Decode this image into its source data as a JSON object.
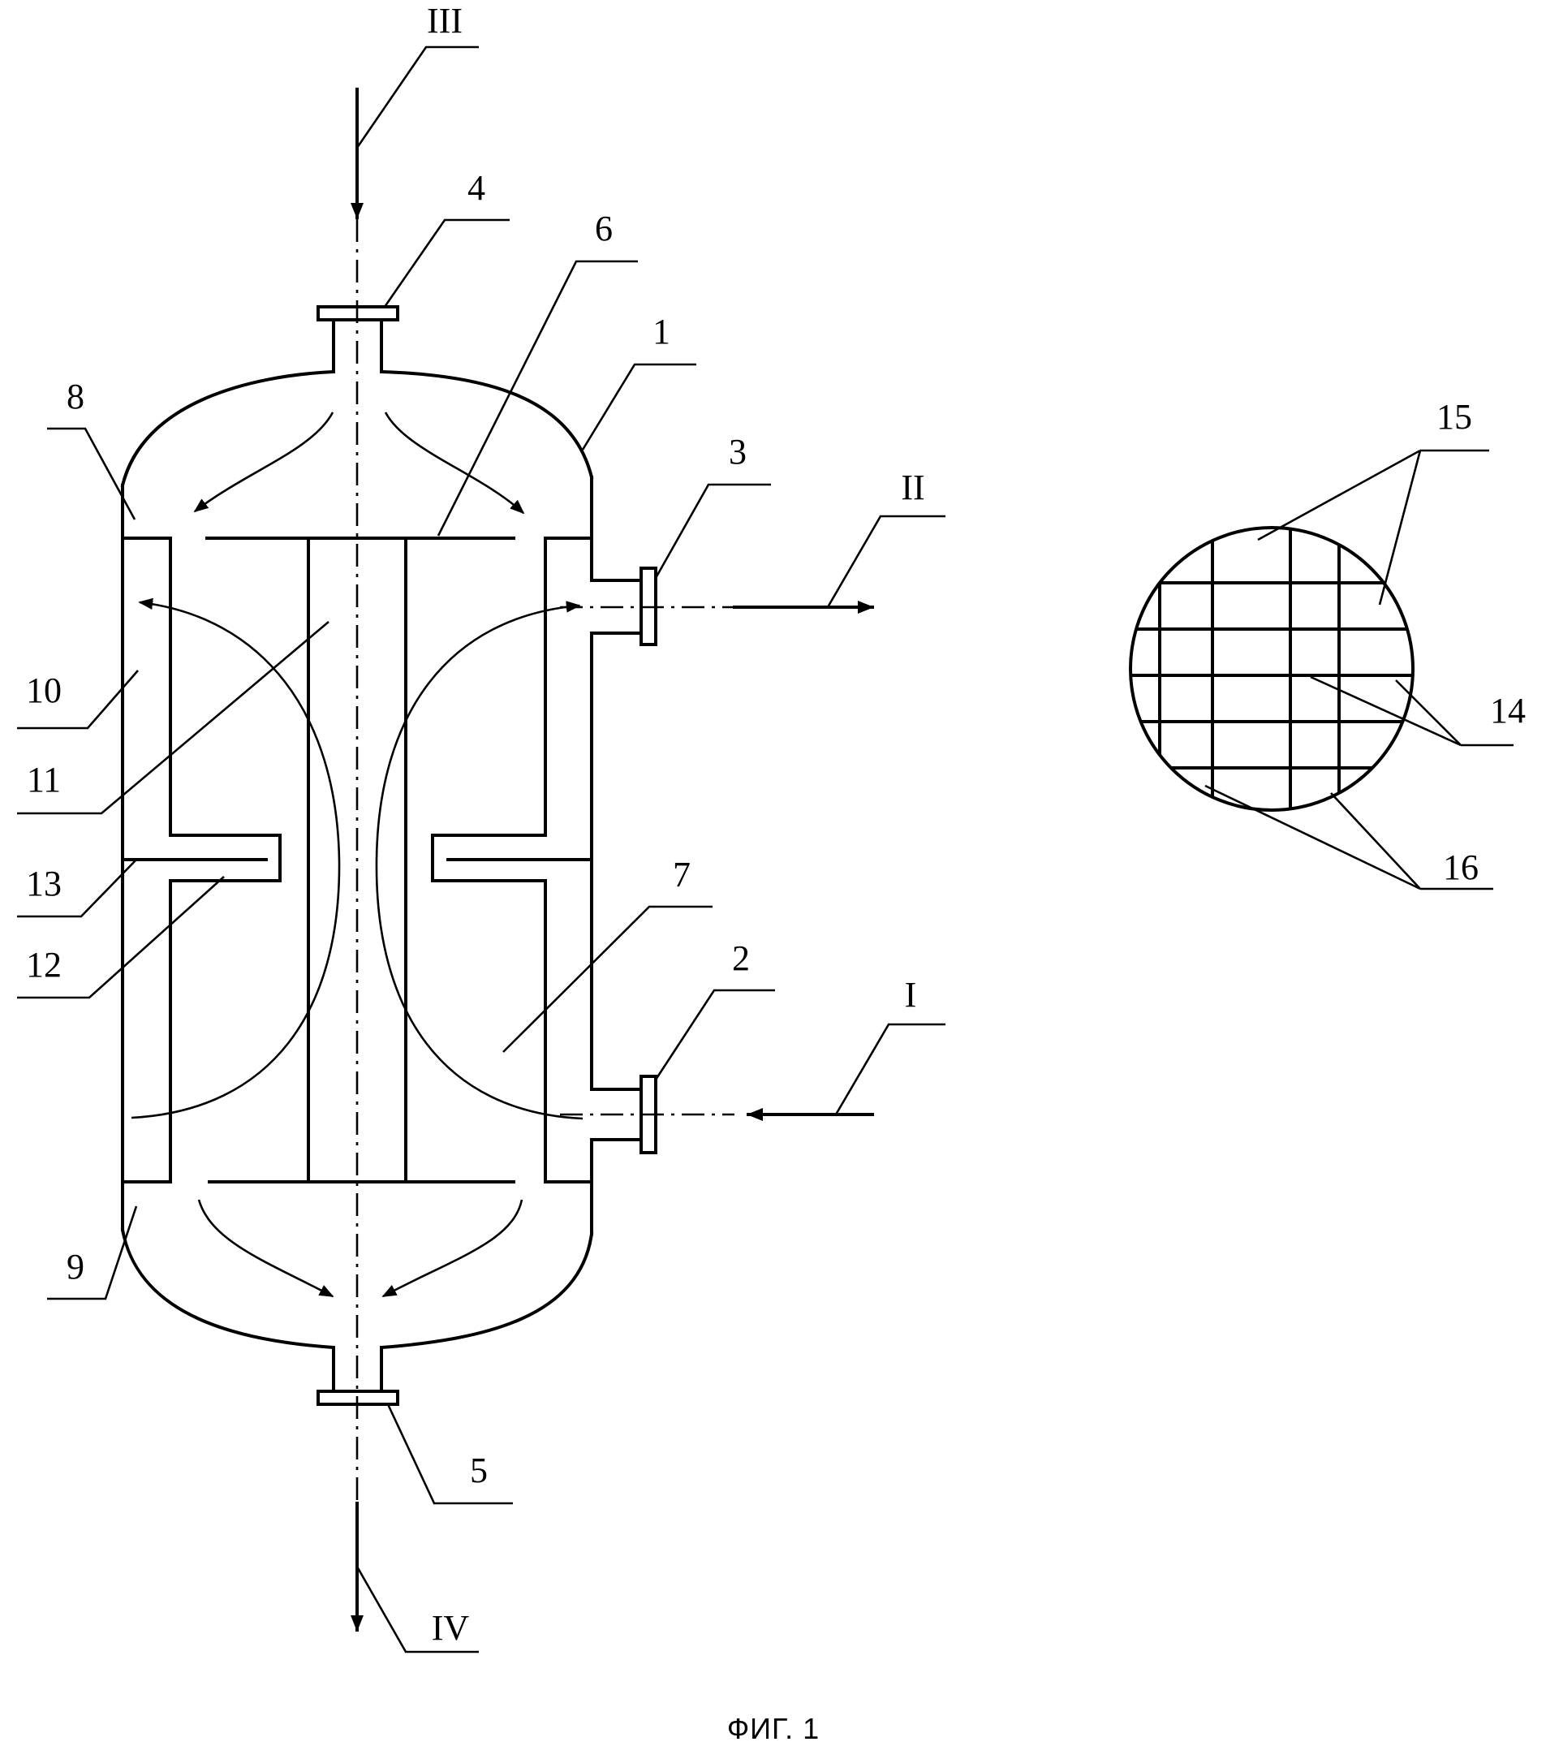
{
  "figure": {
    "caption": "ФИГ. 1",
    "stream_labels": {
      "inlet_i": "I",
      "outlet_ii": "II",
      "inlet_iii": "III",
      "outlet_iv": "IV"
    },
    "part_labels": {
      "p1": "1",
      "p2": "2",
      "p3": "3",
      "p4": "4",
      "p5": "5",
      "p6": "6",
      "p7": "7",
      "p8": "8",
      "p9": "9",
      "p10": "10",
      "p11": "11",
      "p12": "12",
      "p13": "13",
      "p14": "14",
      "p15": "15",
      "p16": "16"
    }
  }
}
